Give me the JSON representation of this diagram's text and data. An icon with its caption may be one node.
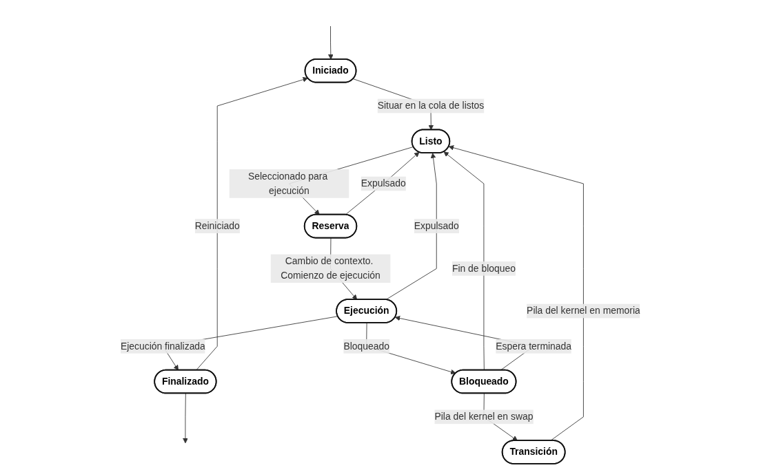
{
  "diagram": {
    "nodes": [
      {
        "text": [
          "Iniciado"
        ]
      },
      {
        "text": [
          "Finalizado"
        ]
      },
      {
        "text": [
          "Bloqueado"
        ]
      },
      {
        "text": [
          "Listo"
        ]
      },
      {
        "text": [
          "Transición"
        ]
      },
      {
        "text": [
          "Ejecución"
        ]
      },
      {
        "text": [
          "Reserva"
        ]
      }
    ],
    "edges": [
      {
        "from": null,
        "to": 0,
        "arrow": "to"
      },
      {
        "from": 1,
        "to": null,
        "arrow": "to"
      },
      {
        "from": 1,
        "to": 0,
        "label": "Reiniciado",
        "arrow": "to"
      },
      {
        "from": 0,
        "to": 3,
        "label": "Situar en la cola de listos",
        "arrow": "to"
      },
      {
        "from": 2,
        "to": 3,
        "label": "Fin de bloqueo",
        "arrow": "to"
      },
      {
        "from": 2,
        "to": 4,
        "label": "Pila del kernel en swap",
        "arrow": "to"
      },
      {
        "from": 4,
        "to": 3,
        "label": "Pila del kernel en memoria",
        "arrow": "to"
      },
      {
        "from": 5,
        "to": 1,
        "label": "Ejecución finalizada",
        "arrow": "to"
      },
      {
        "from": 2,
        "to": 5,
        "label": "Espera terminada",
        "arrow": "to"
      },
      {
        "from": 5,
        "to": 2,
        "label": "Bloqueado",
        "arrow": "to"
      },
      {
        "from": 5,
        "to": 3,
        "label": "Expulsado",
        "arrow": "to"
      },
      {
        "from": 3,
        "to": 6,
        "label": "Seleccionado para ejecución",
        "arrow": "to"
      },
      {
        "from": 6,
        "to": 3,
        "label": "Expulsado",
        "arrow": "to"
      },
      {
        "from": 6,
        "to": 5,
        "label": "Cambio de contexto. Comienzo de ejecución",
        "arrow": "to"
      }
    ]
  }
}
